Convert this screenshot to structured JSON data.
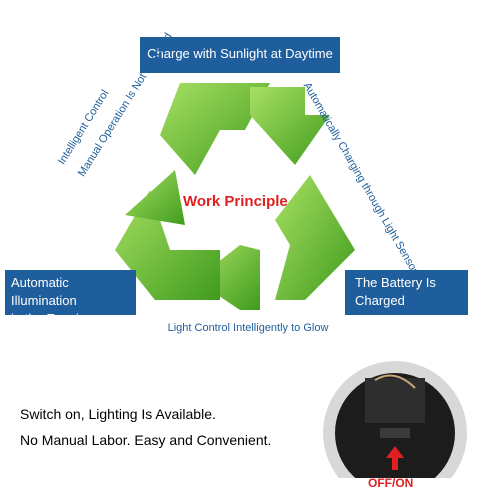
{
  "diagram": {
    "top_box": "Charge with Sunlight at Daytime",
    "left_box": [
      "Automatic Illumination",
      "in the Evening"
    ],
    "right_box": [
      "The Battery Is",
      "Charged"
    ],
    "left_text_1": "Intelligent Control",
    "left_text_2": "Manual Operation Is Not Required",
    "right_text": "Automatically Charging through Light Sensor",
    "bottom_text": "Light Control Intelligently to Glow",
    "center_title": "Work Principle"
  },
  "notes": {
    "line1": "Switch on, Lighting Is Available.",
    "line2": "No Manual Labor. Easy and Convenient."
  },
  "product": {
    "switch_label": "OFF/ON",
    "colors": {
      "accent": "#1f5e9c",
      "arrow_green": "#6cc229",
      "highlight": "#e02020"
    }
  }
}
